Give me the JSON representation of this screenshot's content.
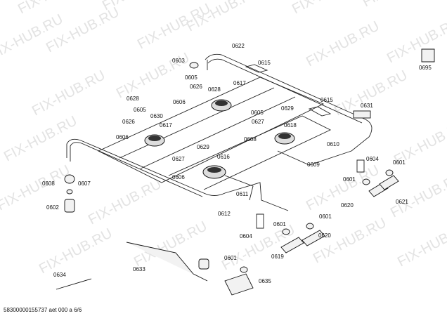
{
  "watermark": "FIX-HUB.RU",
  "footer": "58300000155737 aet 000 a 6/6",
  "labels": [
    "0622",
    "0603",
    "0615",
    "0605",
    "0626",
    "0628",
    "0617",
    "0628",
    "0606",
    "0605",
    "0630",
    "0626",
    "0617",
    "0606",
    "0629",
    "0627",
    "0606",
    "0616",
    "0608",
    "0607",
    "0602",
    "0611",
    "0612",
    "0604",
    "0605",
    "0627",
    "0629",
    "0608",
    "0618",
    "0615",
    "0631",
    "0610",
    "0609",
    "0604",
    "0601",
    "0601",
    "0620",
    "0621",
    "0601",
    "0601",
    "0620",
    "0619",
    "0601",
    "0633",
    "0634",
    "0635",
    "0695"
  ]
}
